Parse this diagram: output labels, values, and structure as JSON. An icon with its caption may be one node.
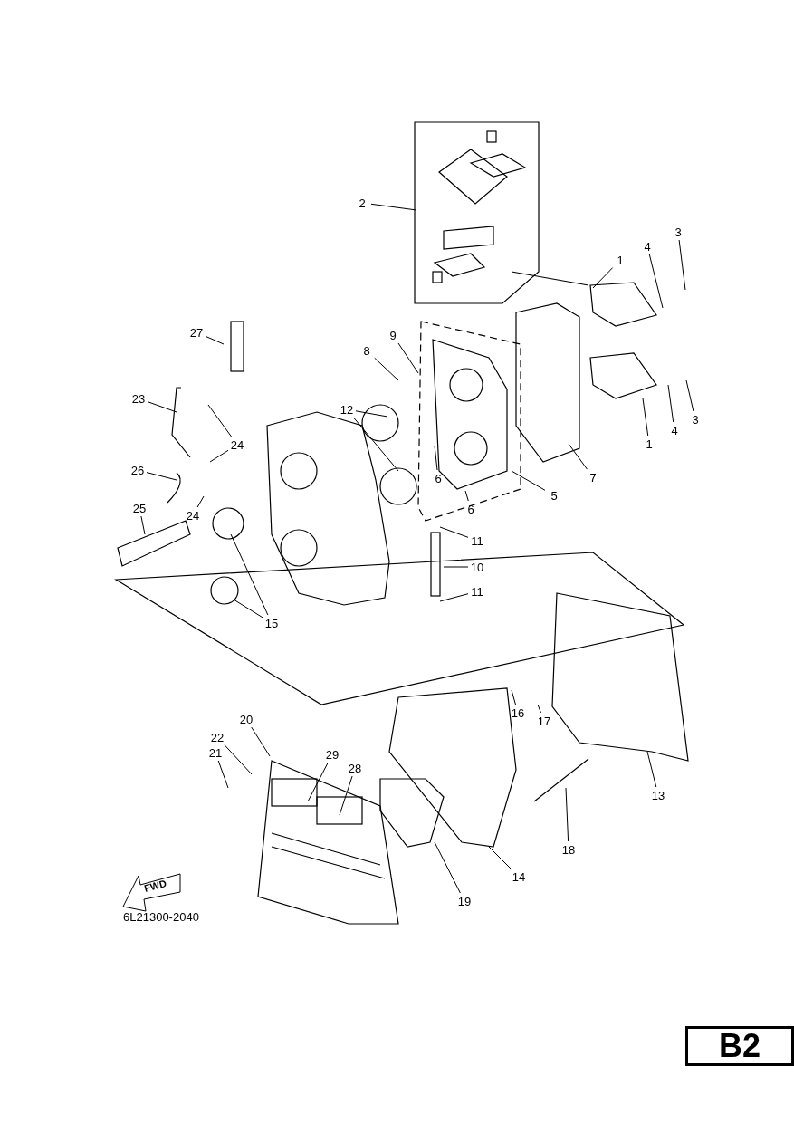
{
  "diagram": {
    "nodes": [
      {
        "text": [
          "2"
        ]
      },
      {
        "text": [
          "3"
        ]
      },
      {
        "text": [
          "4"
        ]
      },
      {
        "text": [
          "1"
        ]
      },
      {
        "text": [
          "27"
        ]
      },
      {
        "text": [
          "9"
        ]
      },
      {
        "text": [
          "8"
        ]
      },
      {
        "text": [
          "23"
        ]
      },
      {
        "text": [
          "12"
        ]
      },
      {
        "text": [
          "3"
        ]
      },
      {
        "text": [
          "4"
        ]
      },
      {
        "text": [
          "1"
        ]
      },
      {
        "text": [
          "24"
        ]
      },
      {
        "text": [
          "26"
        ]
      },
      {
        "text": [
          "7"
        ]
      },
      {
        "text": [
          "6"
        ]
      },
      {
        "text": [
          "5"
        ]
      },
      {
        "text": [
          "6"
        ]
      },
      {
        "text": [
          "25"
        ]
      },
      {
        "text": [
          "24"
        ]
      },
      {
        "text": [
          "11"
        ]
      },
      {
        "text": [
          "10"
        ]
      },
      {
        "text": [
          "11"
        ]
      },
      {
        "text": [
          "15"
        ]
      },
      {
        "text": [
          "16"
        ]
      },
      {
        "text": [
          "20"
        ]
      },
      {
        "text": [
          "17"
        ]
      },
      {
        "text": [
          "22"
        ]
      },
      {
        "text": [
          "21"
        ]
      },
      {
        "text": [
          "29"
        ]
      },
      {
        "text": [
          "28"
        ]
      },
      {
        "text": [
          "13"
        ]
      },
      {
        "text": [
          "18"
        ]
      },
      {
        "text": [
          "14"
        ]
      },
      {
        "text": [
          "19"
        ]
      },
      {
        "text": [
          "FWD"
        ]
      },
      {
        "text": [
          "B2"
        ]
      }
    ],
    "edges": [
      {
        "from": 0,
        "to": null,
        "arrow": "none"
      },
      {
        "from": 1,
        "to": null,
        "arrow": "none"
      },
      {
        "from": 2,
        "to": null,
        "arrow": "none"
      },
      {
        "from": 3,
        "to": null,
        "arrow": "none"
      },
      {
        "from": 4,
        "to": null,
        "arrow": "none"
      },
      {
        "from": 5,
        "to": null,
        "arrow": "none"
      },
      {
        "from": 6,
        "to": null,
        "arrow": "none"
      },
      {
        "from": 7,
        "to": null,
        "arrow": "none"
      },
      {
        "from": 8,
        "to": null,
        "arrow": "none"
      },
      {
        "from": 8,
        "to": null,
        "arrow": "none"
      },
      {
        "from": 9,
        "to": null,
        "arrow": "none"
      },
      {
        "from": 10,
        "to": null,
        "arrow": "none"
      },
      {
        "from": 11,
        "to": null,
        "arrow": "none"
      },
      {
        "from": 12,
        "to": null,
        "arrow": "none"
      },
      {
        "from": 12,
        "to": null,
        "arrow": "none"
      },
      {
        "from": 13,
        "to": null,
        "arrow": "none"
      },
      {
        "from": 14,
        "to": null,
        "arrow": "none"
      },
      {
        "from": 15,
        "to": null,
        "arrow": "none"
      },
      {
        "from": 16,
        "to": null,
        "arrow": "none"
      },
      {
        "from": 17,
        "to": null,
        "arrow": "none"
      },
      {
        "from": 18,
        "to": null,
        "arrow": "none"
      },
      {
        "from": 19,
        "to": null,
        "arrow": "none"
      },
      {
        "from": 20,
        "to": null,
        "arrow": "none"
      },
      {
        "from": 21,
        "to": null,
        "arrow": "none"
      },
      {
        "from": 22,
        "to": null,
        "arrow": "none"
      },
      {
        "from": 23,
        "to": null,
        "arrow": "none"
      },
      {
        "from": 23,
        "to": null,
        "arrow": "none"
      },
      {
        "from": 24,
        "to": null,
        "arrow": "none"
      },
      {
        "from": 25,
        "to": null,
        "arrow": "none"
      },
      {
        "from": 26,
        "to": null,
        "arrow": "none"
      },
      {
        "from": 27,
        "to": null,
        "arrow": "none"
      },
      {
        "from": 28,
        "to": null,
        "arrow": "none"
      },
      {
        "from": 29,
        "to": null,
        "arrow": "none"
      },
      {
        "from": 30,
        "to": null,
        "arrow": "none"
      },
      {
        "from": 31,
        "to": null,
        "arrow": "none"
      },
      {
        "from": 32,
        "to": null,
        "arrow": "none"
      },
      {
        "from": 33,
        "to": null,
        "arrow": "none"
      },
      {
        "from": 34,
        "to": null,
        "arrow": "none"
      }
    ],
    "labels": [
      "6L21300-2040"
    ]
  }
}
